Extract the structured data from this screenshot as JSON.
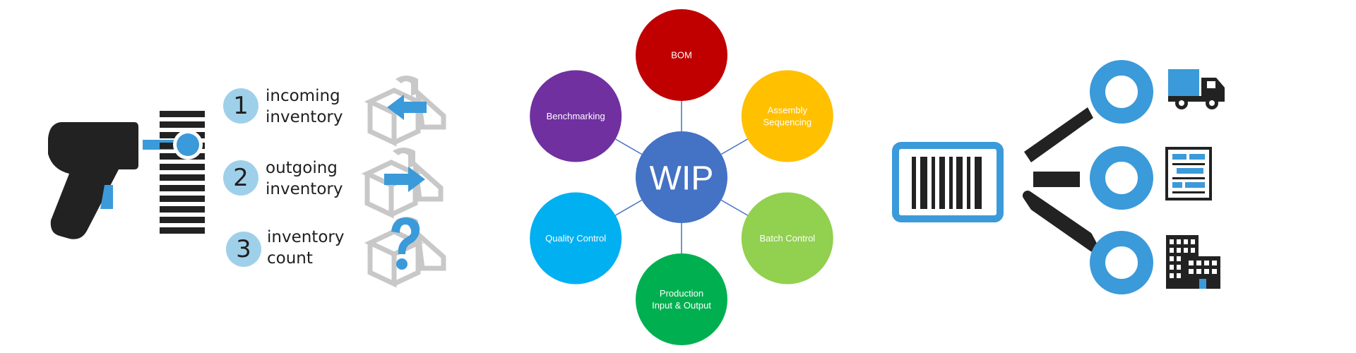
{
  "inventory_steps": [
    {
      "number": "1",
      "line1": "incoming",
      "line2": "inventory",
      "icon": "box-incoming-arrow-icon"
    },
    {
      "number": "2",
      "line1": "outgoing",
      "line2": "inventory",
      "icon": "box-outgoing-arrow-icon"
    },
    {
      "number": "3",
      "line1": "inventory",
      "line2": "count",
      "icon": "box-question-icon"
    }
  ],
  "wip": {
    "hub": {
      "label": "WIP",
      "color": "#4472c4"
    },
    "nodes": [
      {
        "id": "bom",
        "lines": [
          "BOM"
        ],
        "color": "#c00000"
      },
      {
        "id": "assembly-sequencing",
        "lines": [
          "Assembly",
          "Sequencing"
        ],
        "color": "#ffc000"
      },
      {
        "id": "batch-control",
        "lines": [
          "Batch Control"
        ],
        "color": "#92d050"
      },
      {
        "id": "production-io",
        "lines": [
          "Production",
          "Input & Output"
        ],
        "color": "#00b050"
      },
      {
        "id": "quality-control",
        "lines": [
          "Quality Control"
        ],
        "color": "#00b0f0"
      },
      {
        "id": "benchmarking",
        "lines": [
          "Benchmarking"
        ],
        "color": "#7030a0"
      }
    ]
  },
  "distribution": {
    "targets": [
      {
        "icon": "delivery-truck-icon"
      },
      {
        "icon": "warehouse-shelf-icon"
      },
      {
        "icon": "office-buildings-icon"
      }
    ]
  },
  "colors": {
    "accent_blue": "#3b9ad9",
    "light_blue": "#9fd0ea",
    "dark": "#222222",
    "gray": "#c8c8c8"
  }
}
